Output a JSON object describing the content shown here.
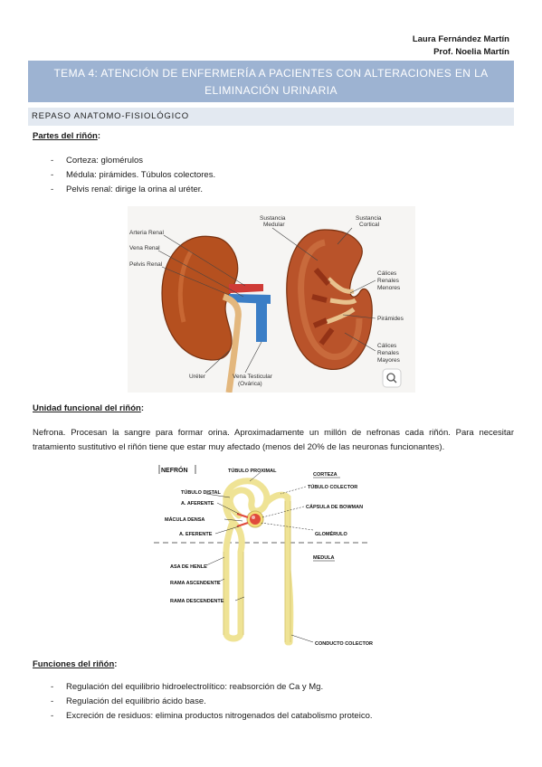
{
  "authors": [
    "Laura Fernández Martín",
    "Prof. Noelia Martín"
  ],
  "banner": {
    "line1": "TEMA 4: ATENCIÓN DE ENFERMERÍA A PACIENTES CON ALTERACIONES EN LA",
    "line2": "ELIMINACIÓN URINARIA"
  },
  "section_title": "REPASO ANATOMO-FISIOLÓGICO",
  "partes": {
    "heading": "Partes del riñón",
    "colon": ":",
    "items": [
      "Corteza: glomérulos",
      "Médula: pirámides. Túbulos colectores.",
      "Pelvis renal: dirige la orina al uréter."
    ]
  },
  "kidney_figure": {
    "labels": {
      "arteria": "Arteria Renal",
      "vena": "Vena Renal",
      "pelvis": "Pelvis Renal",
      "ureter": "Uréter",
      "vena_testicular_1": "Vena Testicular",
      "vena_testicular_2": "(Ovárica)",
      "medular_1": "Sustancia",
      "medular_2": "Medular",
      "cortical_1": "Sustancia",
      "cortical_2": "Cortical",
      "menores_1": "Cálices",
      "menores_2": "Renales",
      "menores_3": "Menores",
      "piramides": "Pirámides",
      "mayores_1": "Cálices",
      "mayores_2": "Renales",
      "mayores_3": "Mayores"
    },
    "icon": "zoom-lens-icon"
  },
  "unidad": {
    "heading": "Unidad funcional del riñón",
    "colon": ":",
    "paragraph": "Nefrona. Procesan la sangre para formar orina. Aproximadamente un millón de nefronas cada riñón. Para necesitar tratamiento sustitutivo el riñón tiene que estar muy afectado (menos del 20% de las neuronas funcionantes)."
  },
  "nephron_figure": {
    "labels": {
      "title": "NEFRÓN",
      "tubulo_proximal": "TÚBULO PROXIMAL",
      "corteza": "CORTEZA",
      "tubulo_distal": "TÚBULO DISTAL",
      "tubulo_colector": "TÚBULO COLECTOR",
      "a_aferente": "A. AFERENTE",
      "capsula": "CÁPSULA DE BOWMAN",
      "macula": "MÁCULA DENSA",
      "a_eferente": "A. EFERENTE",
      "glomerulo": "GLOMÉRULO",
      "medula": "MEDULA",
      "asa": "ASA DE HENLE",
      "rama_asc": "RAMA ASCENDENTE",
      "rama_desc": "RAMA DESCENDENTE",
      "conducto": "CONDUCTO COLECTOR"
    }
  },
  "funciones": {
    "heading": "Funciones del riñón",
    "colon": ":",
    "items": [
      "Regulación del equilibrio hidroelectrolítico: reabsorción de Ca y Mg.",
      "Regulación del equilibrio ácido base.",
      "Excreción de residuos: elimina productos nitrogenados del catabolismo proteico."
    ]
  },
  "colors": {
    "banner": "#9db3d2",
    "section_bar": "#e3e9f1",
    "kidney": "#b5501f",
    "tubule": "#f3eaa0"
  }
}
